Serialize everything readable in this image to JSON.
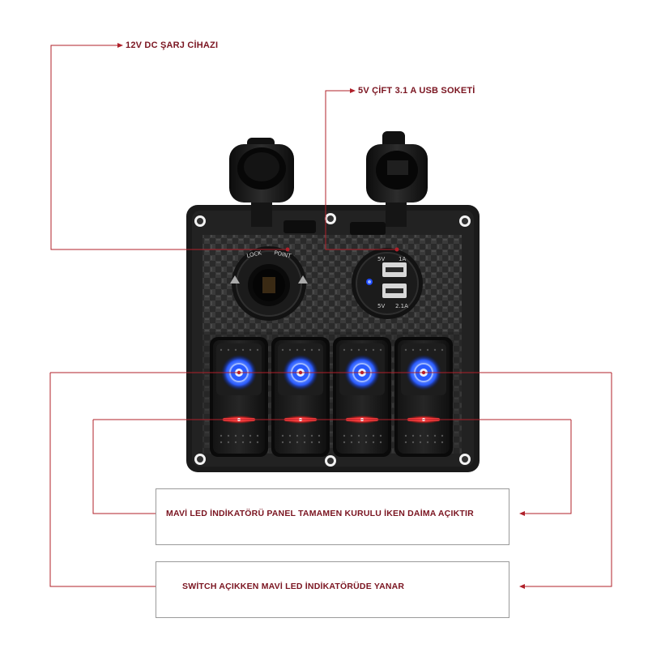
{
  "callouts": {
    "charger": "12V DC ŞARJ CİHAZI",
    "usb": "5V ÇİFT 3.1 A USB SOKETİ",
    "led_always_on": "MAVİ LED İNDİKATÖRÜ PANEL TAMAMEN KURULU İKEN DAİMA AÇIKTIR",
    "switch_led": "SWİTCH AÇIKKEN MAVİ LED İNDİKATÖRÜDE YANAR"
  },
  "panel": {
    "lock_text": "LOCK",
    "point_text": "POINT",
    "usb_top_left": "5V",
    "usb_top_right": "1A",
    "usb_bottom_left": "5V",
    "usb_bottom_right": "2.1A"
  },
  "switch_count": 4,
  "colors": {
    "callout_text": "#7a1420",
    "callout_line": "#b0202a",
    "led_blue": "#2a5bff",
    "led_red": "#ff2a2a",
    "panel": "#1c1c1c"
  }
}
